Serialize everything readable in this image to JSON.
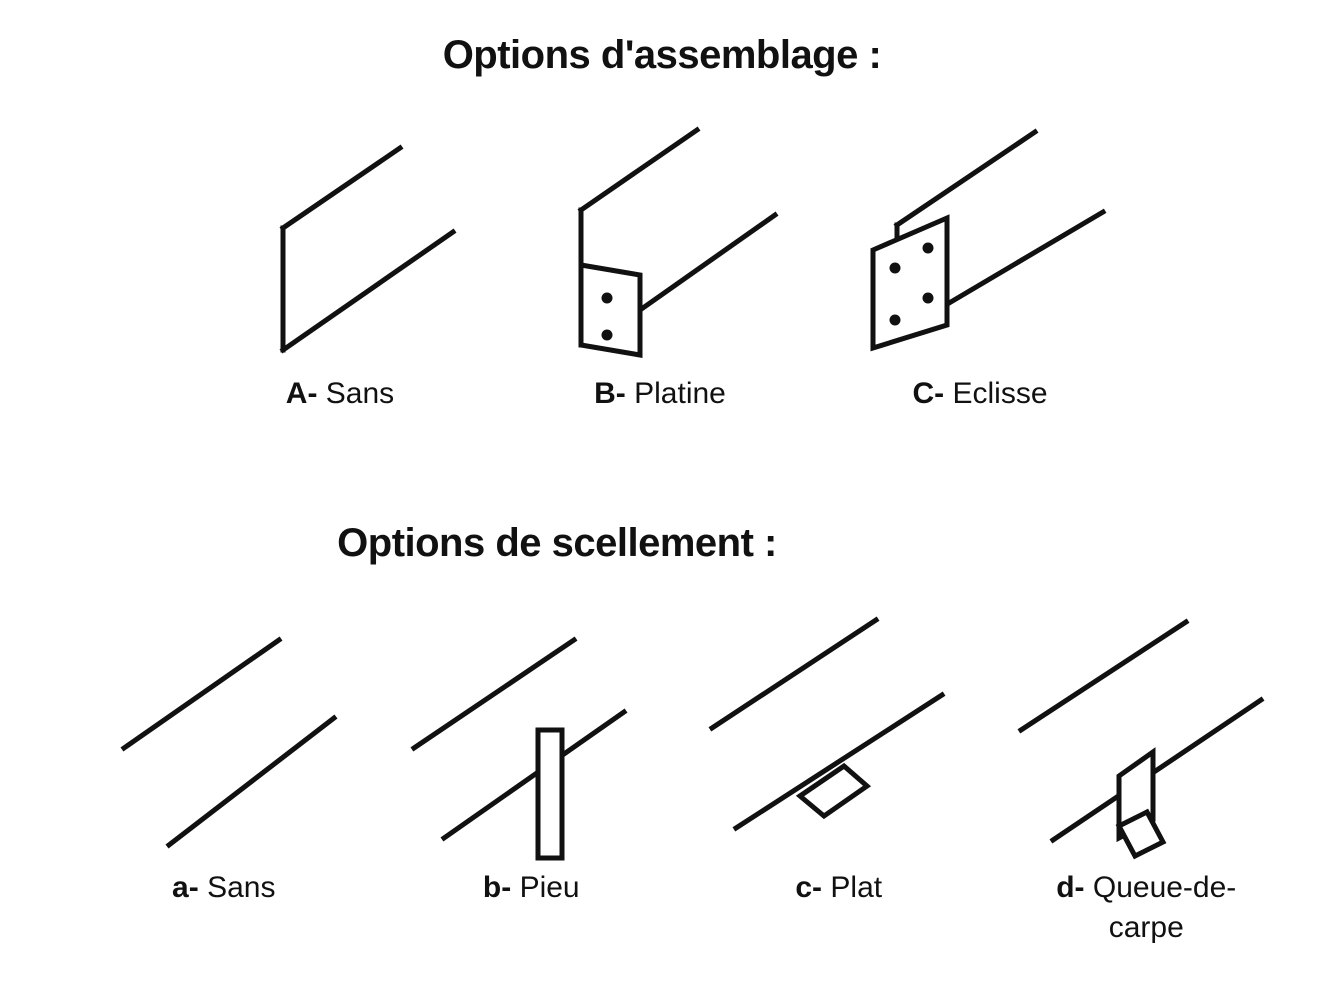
{
  "sections": [
    {
      "id": "assemblage",
      "title": "Options d'assemblage :",
      "options": [
        {
          "key": "A-",
          "name": "Sans",
          "figure": "rail-joint-plain-icon"
        },
        {
          "key": "B-",
          "name": "Platine",
          "figure": "rail-joint-baseplate-icon"
        },
        {
          "key": "C-",
          "name": "Eclisse",
          "figure": "rail-joint-fishplate-icon"
        }
      ]
    },
    {
      "id": "scellement",
      "title": "Options de scellement :",
      "options": [
        {
          "key": "a-",
          "name": "Sans",
          "figure": "rail-anchor-none-icon"
        },
        {
          "key": "b-",
          "name": "Pieu",
          "figure": "rail-anchor-pile-icon"
        },
        {
          "key": "c-",
          "name": "Plat",
          "figure": "rail-anchor-flat-icon"
        },
        {
          "key": "d-",
          "name": "Queue-de-carpe",
          "figure": "rail-anchor-carptail-icon"
        }
      ]
    }
  ],
  "style": {
    "background": "#ffffff",
    "ink": "#111111"
  }
}
